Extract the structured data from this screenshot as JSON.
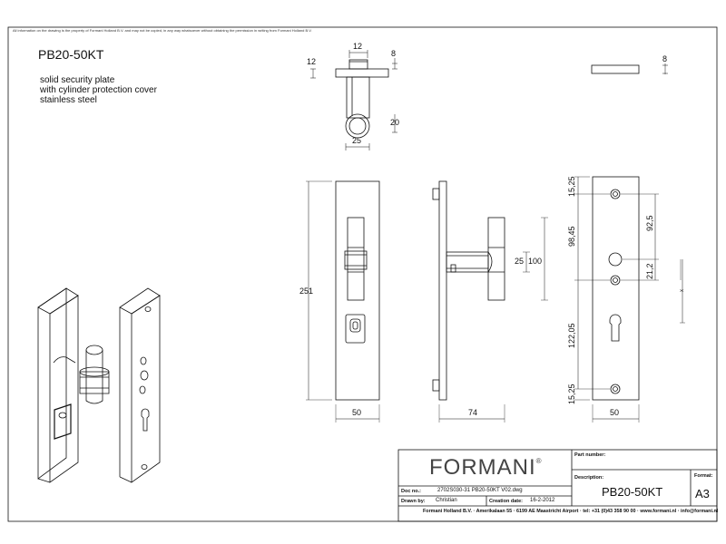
{
  "notice": "All information on the drawing is the property of Formani Holland B.V. and may not be copied, in any way whatsoever without obtaining the permission in writing from Formani Holland B.V.",
  "product": {
    "code": "PB20-50KT",
    "description_lines": [
      "solid security plate",
      "with cylinder protection cover",
      "stainless steel"
    ]
  },
  "dimensions": {
    "top_view": {
      "width_12": "12",
      "height_12": "12",
      "plate_8": "8",
      "grip_20": "20",
      "grip_25": "25"
    },
    "strip": {
      "thickness_8": "8"
    },
    "front_view": {
      "height": "251",
      "width": "50"
    },
    "side_view": {
      "depth": "74",
      "grip": "25",
      "span": "100"
    },
    "back_view": {
      "top_offset": "15,25",
      "to_centre": "98,45",
      "hole_92": "92,5",
      "gap_21": "21,2",
      "lower": "122,05",
      "bottom_offset": "15,25",
      "width": "50",
      "marker": "x"
    }
  },
  "title_block": {
    "brand": "FORMANI",
    "registered": "®",
    "doc_no_label": "Doc no.:",
    "doc_no": "2702S030-31 PB20-50KT V02.dwg",
    "drawn_by_label": "Drawn by:",
    "drawn_by": "Christian",
    "creation_date_label": "Creation date:",
    "creation_date": "16-2-2012",
    "part_number_label": "Part number:",
    "description_label": "Description:",
    "description": "PB20-50KT",
    "format_label": "Format:",
    "format": "A3",
    "footer": "Formani Holland B.V. · Amerikalaan 55 · 6199 AE Maastricht Airport · tel: +31 (0)43 358 90 00 · www.formani.nl · info@formani.nl"
  }
}
